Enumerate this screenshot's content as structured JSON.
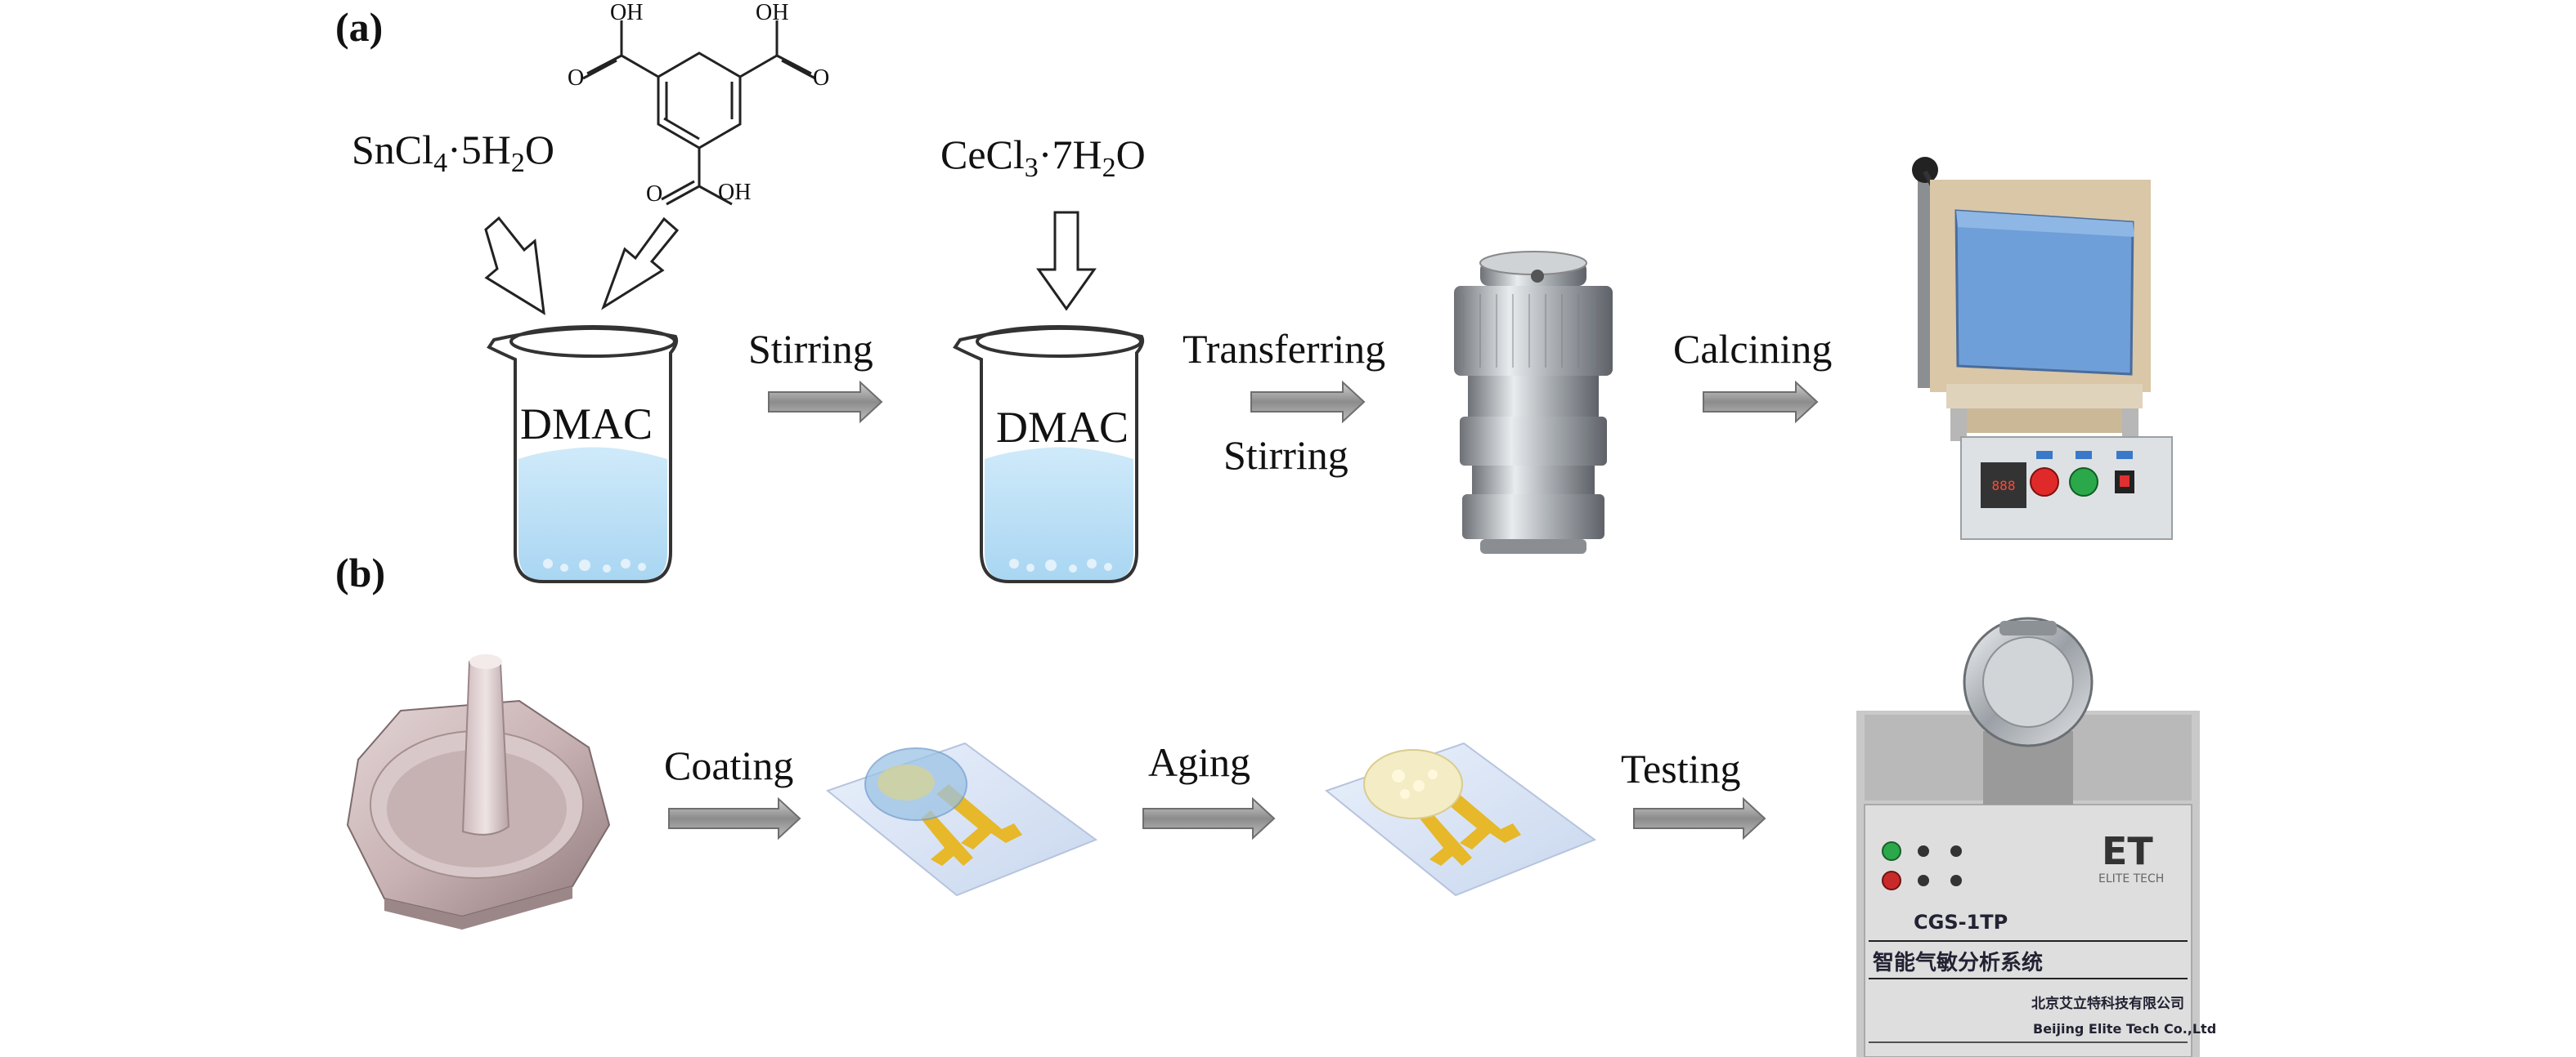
{
  "panels": {
    "a": "(a)",
    "b": "(b)"
  },
  "reagents": {
    "sn": {
      "pre": "SnCl",
      "sub1": "4",
      "mid": "·5H",
      "sub2": "2",
      "post": "O"
    },
    "ce": {
      "pre": "CeCl",
      "sub1": "3",
      "mid": "·7H",
      "sub2": "2",
      "post": "O"
    },
    "linker_oh": [
      "OH",
      "OH",
      "OH"
    ],
    "linker_o": [
      "O",
      "O",
      "O"
    ]
  },
  "solvent": [
    "DMAC",
    "DMAC"
  ],
  "steps_a": {
    "stirring": "Stirring",
    "transferring": "Transferring",
    "stirring2": "Stirring",
    "calcining": "Calcining"
  },
  "steps_b": {
    "coating": "Coating",
    "aging": "Aging",
    "testing": "Testing"
  },
  "equipment": {
    "furnace_display": "888",
    "tester_logo": "ET",
    "tester_brand": "ELITE TECH",
    "tester_model": "CGS-1TP",
    "tester_name_cn": "智能气敏分析系统",
    "tester_company_cn": "北京艾立特科技有限公司",
    "tester_company_en": "Beijing Elite Tech Co.,Ltd"
  },
  "colors": {
    "arrow": "#9a9a9a",
    "liquid": "#bfe3f7",
    "furnace_blue": "#6f9fd8",
    "steel": "#b8bcc0",
    "gold": "#e6b82a"
  }
}
